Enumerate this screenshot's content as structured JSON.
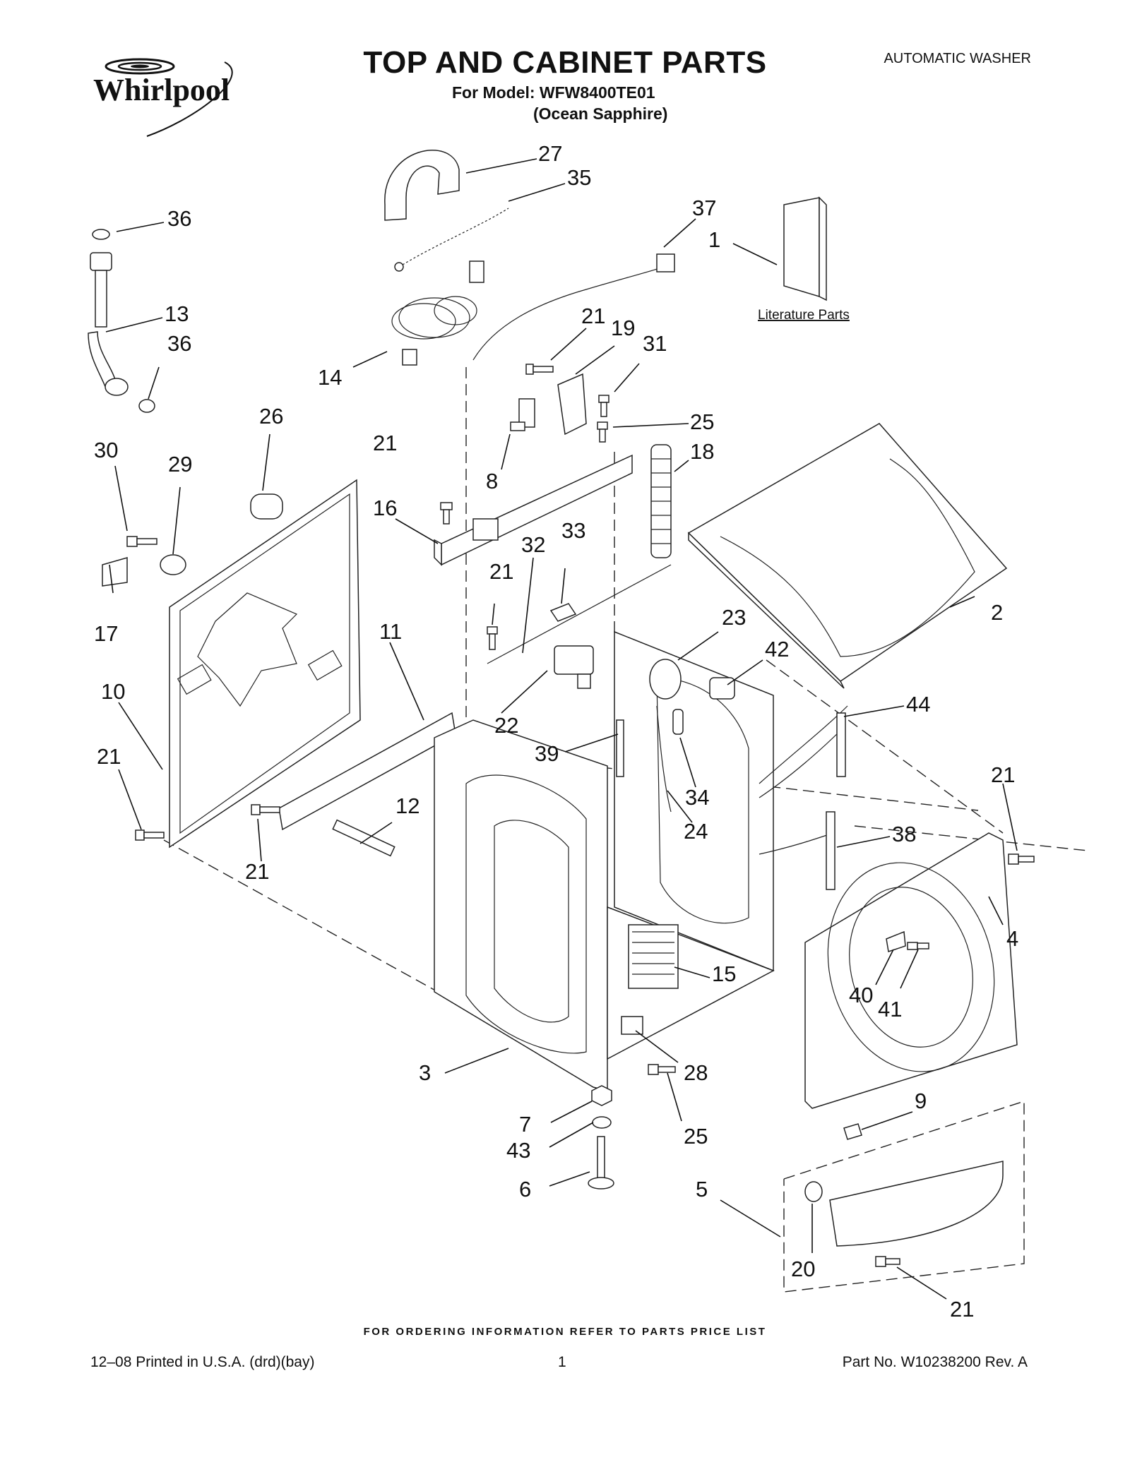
{
  "header": {
    "brand": "Whirlpool",
    "title": "TOP AND CABINET PARTS",
    "model_line": "For Model: WFW8400TE01",
    "variant": "(Ocean Sapphire)",
    "appliance": "AUTOMATIC WASHER"
  },
  "diagram": {
    "literature_label": "Literature Parts",
    "callouts": [
      "27",
      "35",
      "37",
      "1",
      "36",
      "13",
      "36",
      "21",
      "19",
      "31",
      "14",
      "25",
      "18",
      "26",
      "21",
      "30",
      "29",
      "8",
      "16",
      "33",
      "32",
      "21",
      "2",
      "17",
      "11",
      "23",
      "42",
      "10",
      "22",
      "39",
      "44",
      "21",
      "34",
      "24",
      "12",
      "21",
      "38",
      "21",
      "4",
      "15",
      "40",
      "41",
      "3",
      "28",
      "9",
      "7",
      "43",
      "25",
      "6",
      "5",
      "20",
      "21"
    ]
  },
  "footer": {
    "ordering_note": "FOR ORDERING INFORMATION REFER TO PARTS PRICE LIST",
    "print_info": "12–08 Printed in U.S.A. (drd)(bay)",
    "page_number": "1",
    "part_number": "Part No. W10238200 Rev. A"
  }
}
